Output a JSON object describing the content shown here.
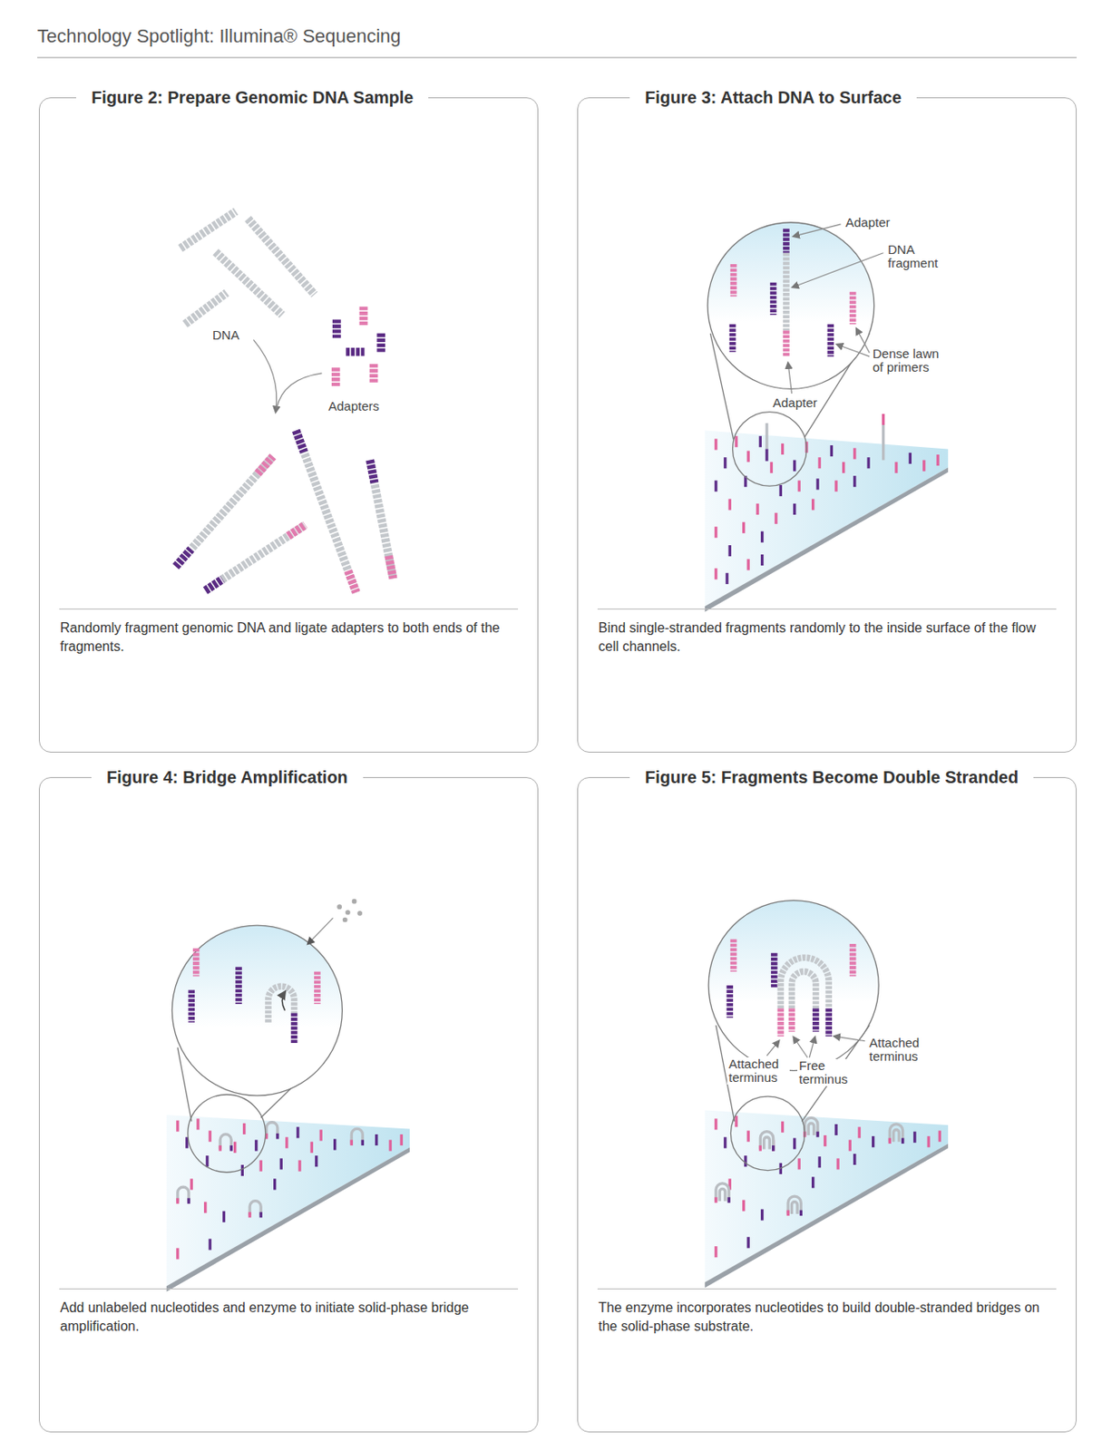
{
  "diagram": {
    "title": "Technology Spotlight: Illumina® Sequencing",
    "nodes": [
      {
        "text": [
          "Figure 2: Prepare Genomic DNA Sample",
          "Randomly fragment genomic DNA and ligate adapters to both ends of the fragments."
        ]
      },
      {
        "text": [
          "Figure 3: Attach DNA to Surface",
          "Bind single-stranded fragments randomly to the inside surface of the flow cell channels."
        ]
      },
      {
        "text": [
          "Figure 4: Bridge Amplification",
          "Add unlabeled nucleotides and enzyme to initiate solid-phase bridge amplification."
        ]
      },
      {
        "text": [
          "Figure 5: Fragments Become Double Stranded",
          "The enzyme incorporates nucleotides to build double-stranded bridges on the solid-phase substrate."
        ]
      }
    ],
    "labels": [
      "DNA",
      "Adapters",
      "Adapter",
      "DNA fragment",
      "Dense lawn of primers",
      "Adapter",
      "Attached terminus",
      "Free terminus",
      "Attached terminus"
    ]
  }
}
